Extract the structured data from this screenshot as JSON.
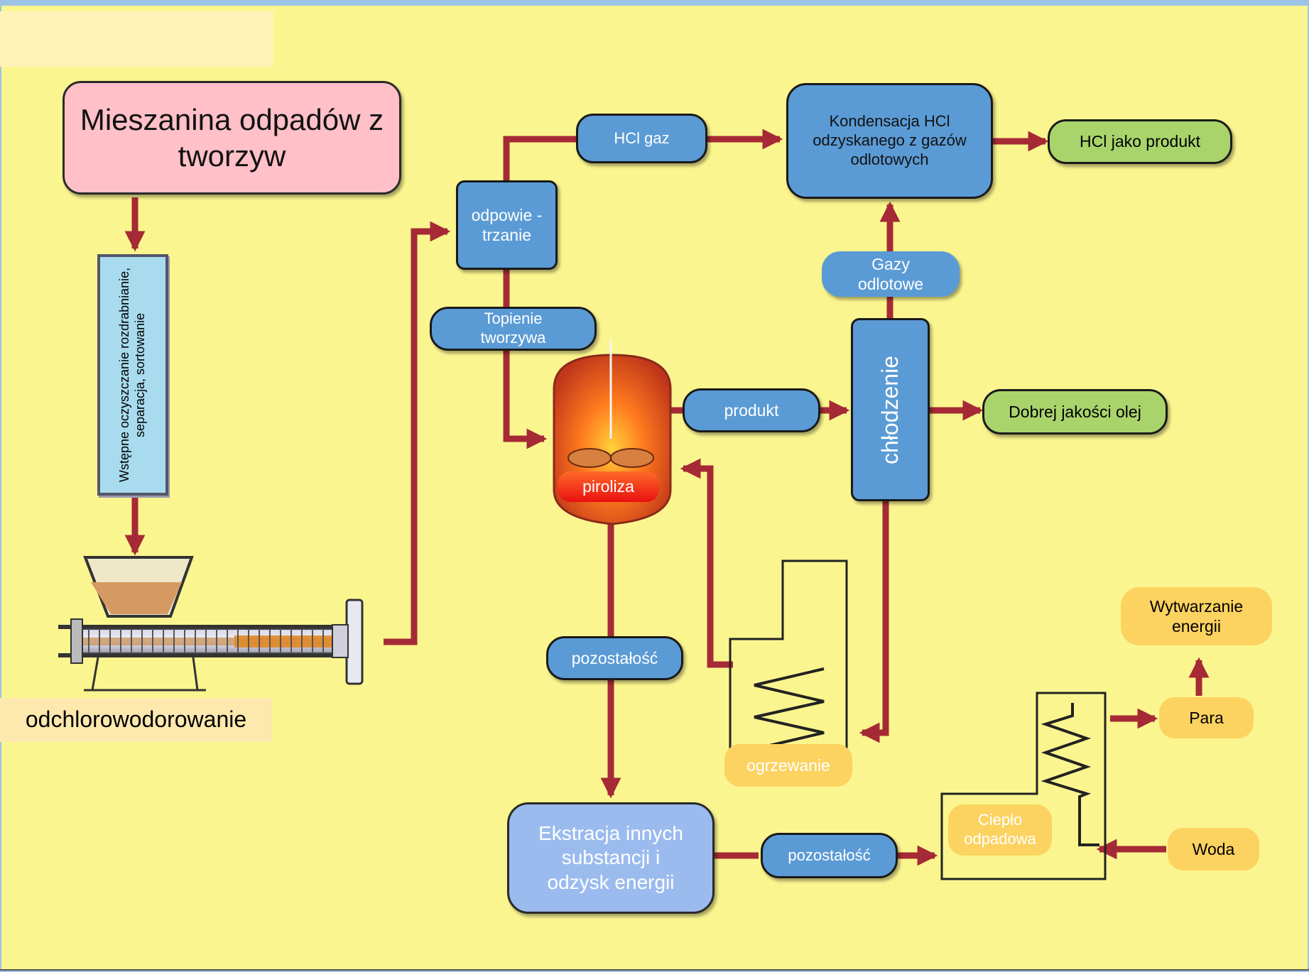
{
  "colors": {
    "background": "#fbf58f",
    "frame": "#9cc3e5",
    "arrow": "#a52a35",
    "blue_box": "#5b9bd5",
    "pink_box": "#ffc0c8",
    "green_box": "#a9d46c",
    "orange_box": "#fcd260",
    "light_blue_box": "#9bbbee"
  },
  "nodes": {
    "mixture": "Mieszanina odpadów z tworzyw",
    "pretreatment": "Wstępne oczyszczanie rozdrabnianie, separacja, sortowanie",
    "dehydrochlorination": "odchlorowodorowanie",
    "degassing": "odpowie -trzanie",
    "hcl_gas": "HCl gaz",
    "condensation": "Kondensacja HCl odzyskanego z gazów odlotowych",
    "hcl_product": "HCl jako produkt",
    "off_gases": "Gazy odlotowe",
    "melting": "Topienie tworzywa",
    "pyrolysis": "piroliza",
    "product": "produkt",
    "cooling": "chłodzenie",
    "good_oil": "Dobrej jakości olej",
    "residue_1": "pozostałość",
    "heating": "ogrzewanie",
    "extraction": "Ekstracja innych substancji i odzysk energii",
    "residue_2": "pozostałość",
    "waste_heat": "Ciepło odpadowa",
    "power_generation": "Wytwarzanie energii",
    "steam": "Para",
    "water": "Woda"
  }
}
